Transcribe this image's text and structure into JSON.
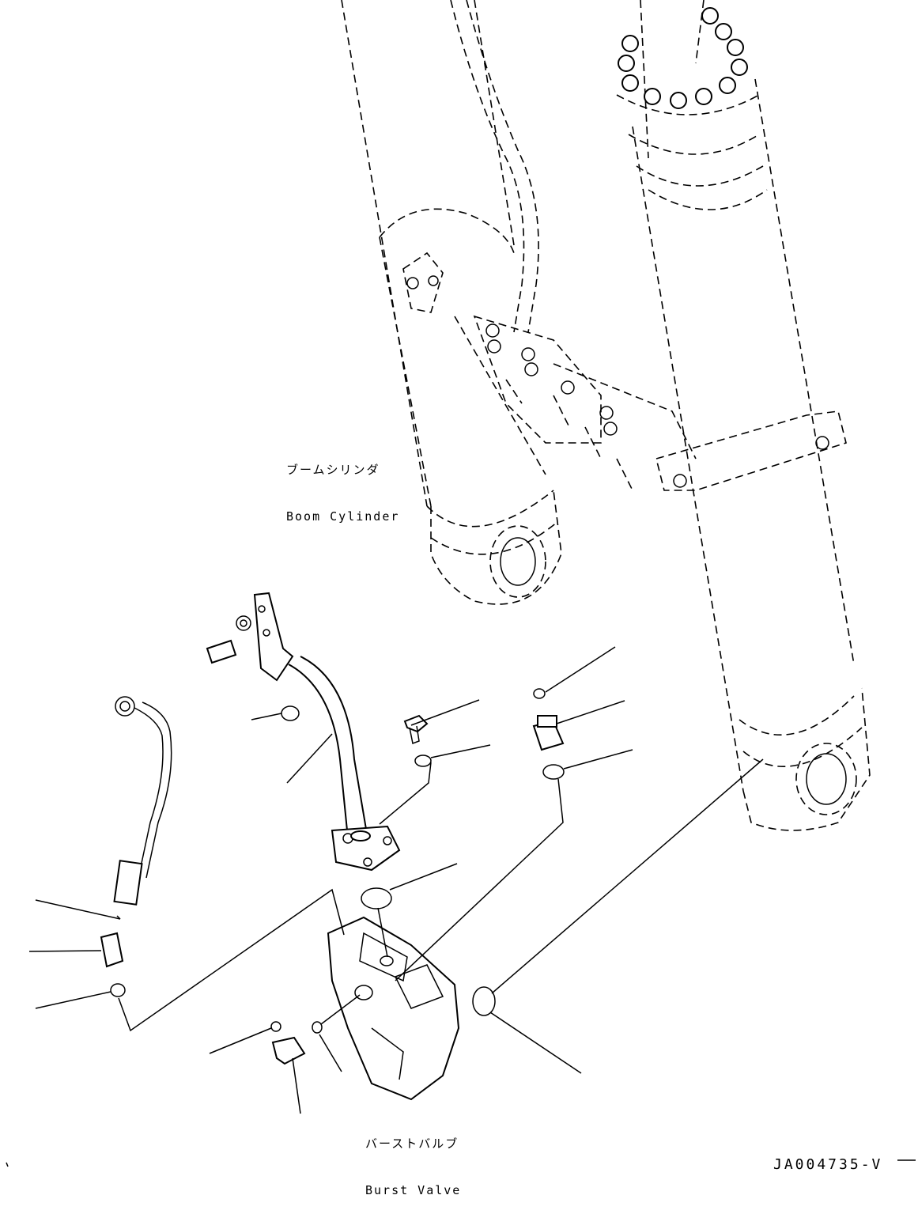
{
  "labels": {
    "boom_cylinder_ja": "ブームシリンダ",
    "boom_cylinder_en": "Boom Cylinder",
    "burst_valve_ja": "バーストバルブ",
    "burst_valve_en": "Burst Valve",
    "document_code": "JA004735-V"
  },
  "colors": {
    "line": "#000000",
    "background": "#ffffff"
  }
}
